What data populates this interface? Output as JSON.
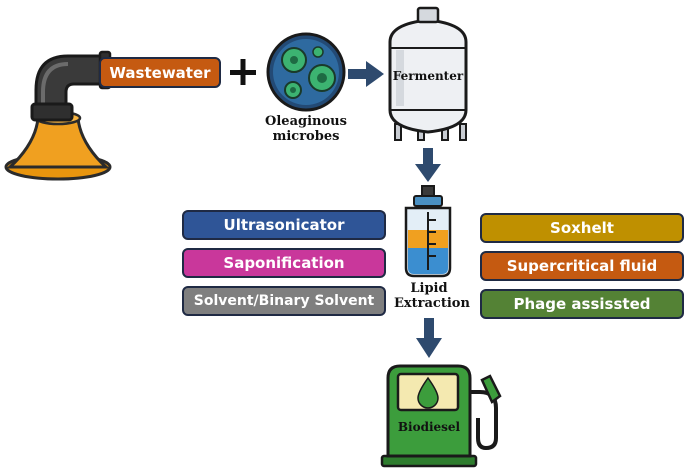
{
  "labels": {
    "wastewater": "Wastewater",
    "microbes_line1": "Oleaginous",
    "microbes_line2": "microbes",
    "fermenter": "Fermenter",
    "lipid_line1": "Lipid",
    "lipid_line2": "Extraction",
    "biodiesel": "Biodiesel"
  },
  "methods_left": [
    {
      "label": "Ultrasonicator",
      "color": "#2f5597"
    },
    {
      "label": "Saponification",
      "color": "#c9379b"
    },
    {
      "label": "Solvent/Binary Solvent",
      "color": "#7f7f7f"
    }
  ],
  "methods_right": [
    {
      "label": "Soxhelt",
      "color": "#bf9000"
    },
    {
      "label": "Supercritical fluid",
      "color": "#c55a11"
    },
    {
      "label": "Phage assissted",
      "color": "#548235"
    }
  ],
  "colors": {
    "wastewater_box": "#c55a11",
    "arrow": "#2e4a6e",
    "liquid": "#e8950e",
    "microbe_fill": "#2e8b57",
    "pump_body": "#3c9d3c",
    "droplet": "#3c9d3c"
  },
  "icons": [
    "pipe-icon",
    "plus-icon",
    "microbes-icon",
    "fermenter-icon",
    "flask-icon",
    "fuel-pump-icon"
  ]
}
